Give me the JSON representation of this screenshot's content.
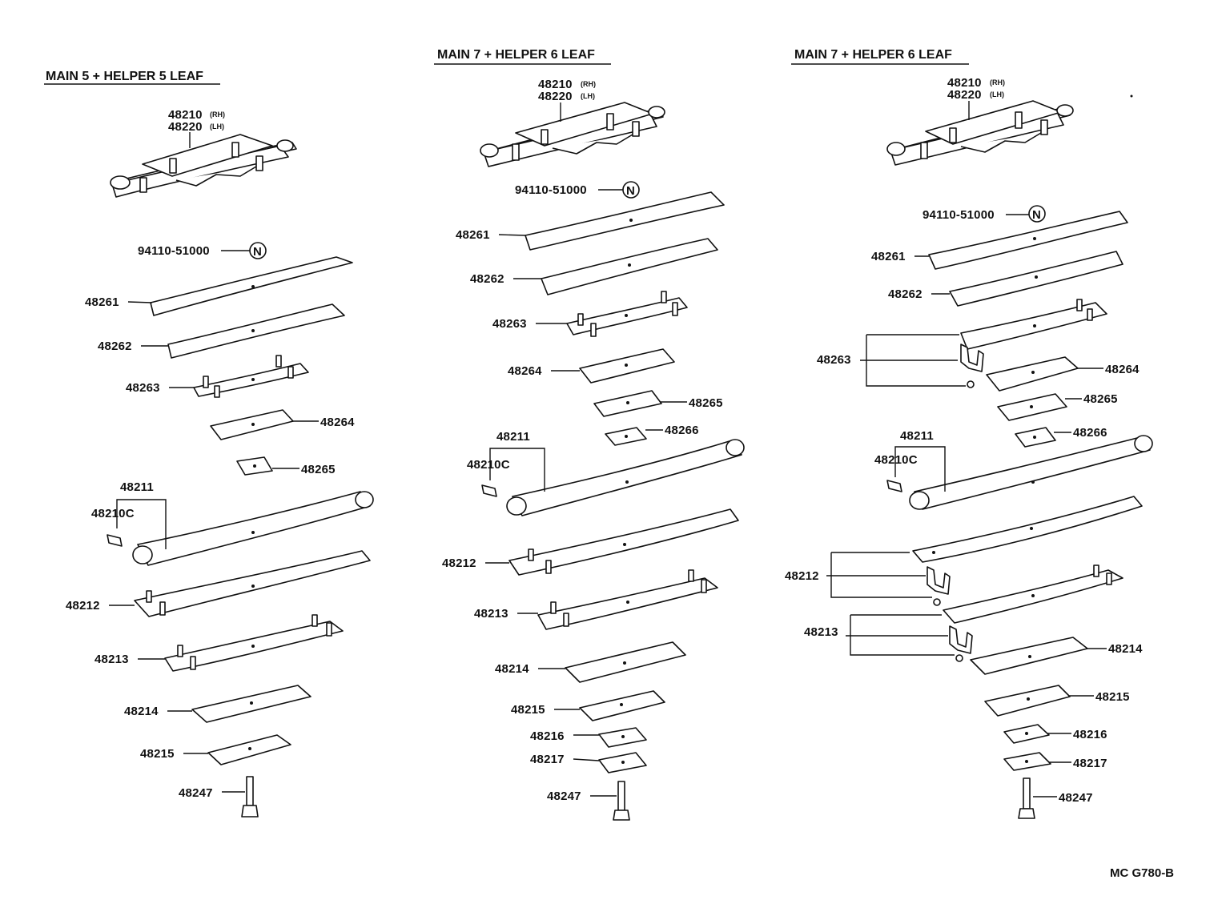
{
  "columns": [
    {
      "header": "MAIN 5 + HELPER 5 LEAF",
      "assembly": {
        "rh": "48210",
        "rh_tag": "(RH)",
        "lh": "48220",
        "lh_tag": "(LH)"
      },
      "nut_part": "94110-51000",
      "nut_symbol": "N",
      "parts": [
        "48261",
        "48262",
        "48263",
        "48264",
        "48265",
        "48211",
        "48210C",
        "48212",
        "48213",
        "48214",
        "48215",
        "48247"
      ]
    },
    {
      "header": "MAIN 7 + HELPER 6 LEAF",
      "assembly": {
        "rh": "48210",
        "rh_tag": "(RH)",
        "lh": "48220",
        "lh_tag": "(LH)"
      },
      "nut_part": "94110-51000",
      "nut_symbol": "N",
      "parts": [
        "48261",
        "48262",
        "48263",
        "48264",
        "48265",
        "48266",
        "48211",
        "48210C",
        "48212",
        "48213",
        "48214",
        "48215",
        "48216",
        "48217",
        "48247"
      ]
    },
    {
      "header": "MAIN 7 + HELPER 6 LEAF",
      "assembly": {
        "rh": "48210",
        "rh_tag": "(RH)",
        "lh": "48220",
        "lh_tag": "(LH)"
      },
      "nut_part": "94110-51000",
      "nut_symbol": "N",
      "parts": [
        "48261",
        "48262",
        "48263",
        "48264",
        "48265",
        "48266",
        "48211",
        "48210C",
        "48212",
        "48213",
        "48214",
        "48215",
        "48216",
        "48217",
        "48247"
      ]
    }
  ],
  "diagram_code": "MC G780-B"
}
